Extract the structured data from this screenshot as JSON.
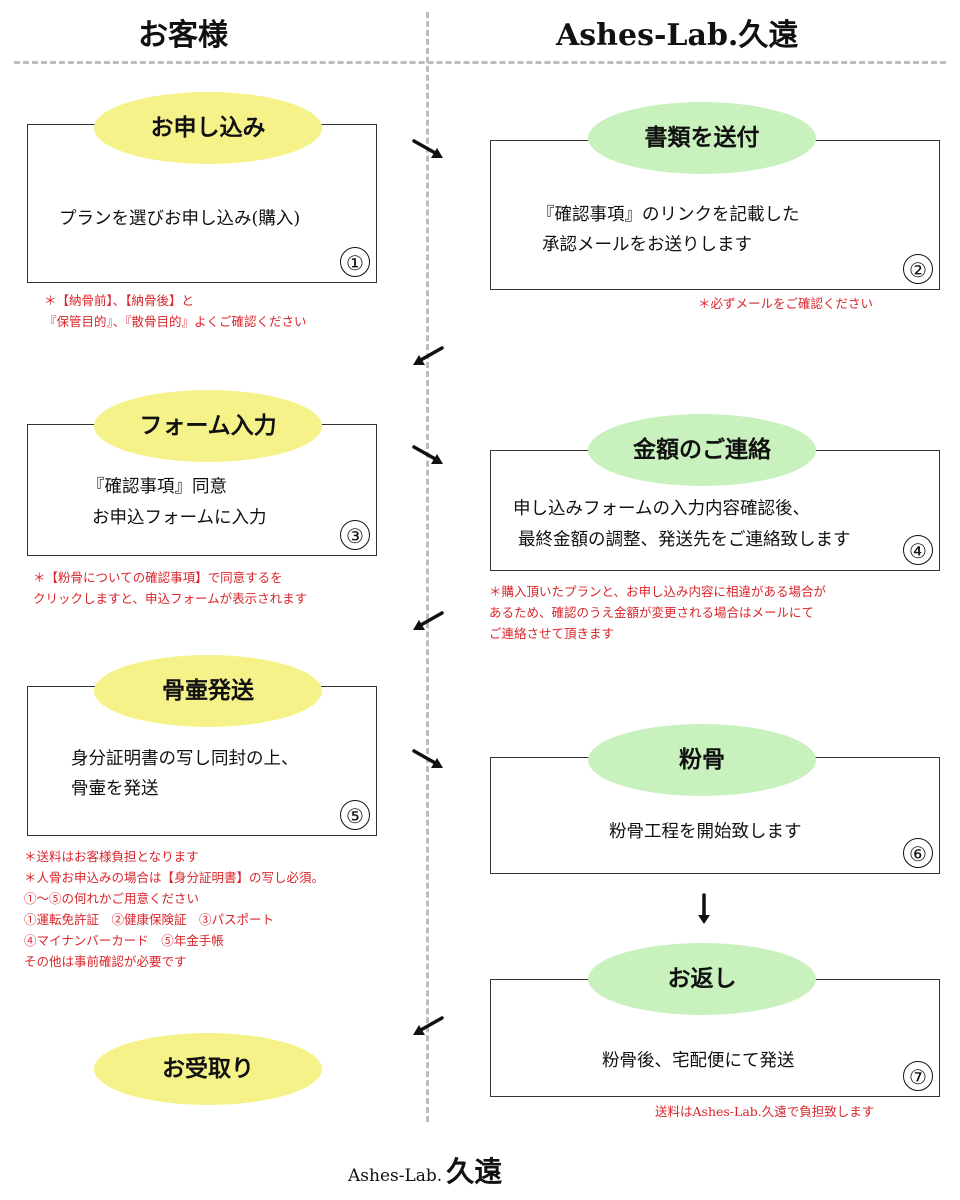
{
  "header": {
    "left_title": "お客様",
    "right_title": "Ashes-Lab.久遠"
  },
  "steps": {
    "s1": {
      "title": "お申し込み",
      "lines": [
        "プランを選びお申し込み(購入)"
      ],
      "number": "①"
    },
    "s2": {
      "title": "書類を送付",
      "lines": [
        "『確認事項』のリンクを記載した",
        "承認メールをお送りします"
      ],
      "number": "②"
    },
    "s3": {
      "title": "フォーム入力",
      "lines": [
        "『確認事項』同意",
        "お申込フォームに入力"
      ],
      "number": "③"
    },
    "s4": {
      "title": "金額のご連絡",
      "lines": [
        "申し込みフォームの入力内容確認後、",
        "最終金額の調整、発送先をご連絡致します"
      ],
      "number": "④"
    },
    "s5": {
      "title": "骨壷発送",
      "lines": [
        "身分証明書の写し同封の上、",
        "骨壷を発送"
      ],
      "number": "⑤"
    },
    "s6": {
      "title": "粉骨",
      "lines": [
        "粉骨工程を開始致します"
      ],
      "number": "⑥"
    },
    "s7": {
      "title": "お返し",
      "lines": [
        "粉骨後、宅配便にて発送"
      ],
      "number": "⑦"
    },
    "s8": {
      "title": "お受取り"
    }
  },
  "notes": {
    "n1": [
      "＊【納骨前】、【納骨後】と",
      "『保管目的』、『散骨目的』よくご確認ください"
    ],
    "n2": [
      "＊必ずメールをご確認ください"
    ],
    "n3": [
      "＊【粉骨についての確認事項】で同意するを",
      "クリックしますと、申込フォームが表示されます"
    ],
    "n4": [
      "＊購入頂いたプランと、お申し込み内容に相違がある場合が",
      "あるため、確認のうえ金額が変更される場合はメールにて",
      "ご連絡させて頂きます"
    ],
    "n5": [
      "＊送料はお客様負担となります",
      "＊人骨お申込みの場合は【身分証明書】の写し必須。",
      "①〜⑤の何れかご用意ください",
      "①運転免許証　②健康保険証　③パスポート",
      "④マイナンバーカード　⑤年金手帳",
      "その他は事前確認が必要です"
    ],
    "n7": [
      "送料はAshes-Lab.久遠で負担致します"
    ]
  },
  "footer": {
    "latin": "Ashes-Lab.",
    "kanji": "久遠"
  },
  "colors": {
    "yellow_pill": "#f6f28a",
    "green_pill": "#c8f1bd",
    "note_red": "#d8252b",
    "divider_gray": "#bdbdbd"
  }
}
